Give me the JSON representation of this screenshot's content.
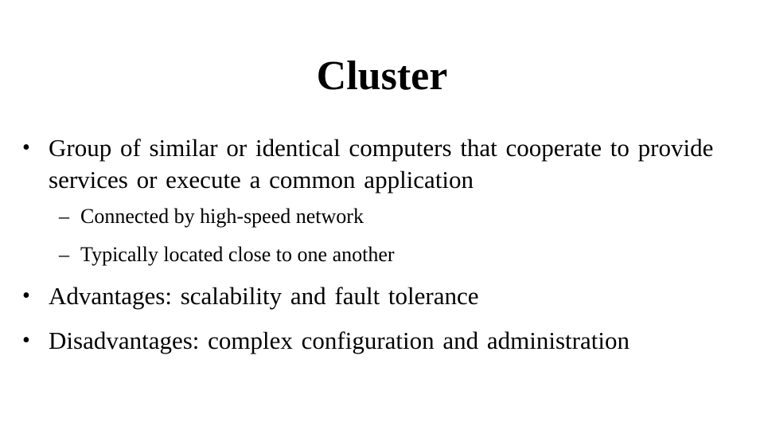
{
  "slide": {
    "title": "Cluster",
    "bullets": [
      {
        "marker": "•",
        "text": "Group of similar or identical computers that cooperate to provide services or execute a common application",
        "sub_items": [
          {
            "marker": "–",
            "text": "Connected by high-speed network"
          },
          {
            "marker": "–",
            "text": "Typically located close to one another"
          }
        ]
      },
      {
        "marker": "•",
        "text": "Advantages: scalability and fault tolerance"
      },
      {
        "marker": "•",
        "text": "Disadvantages: complex configuration and administration"
      }
    ]
  }
}
